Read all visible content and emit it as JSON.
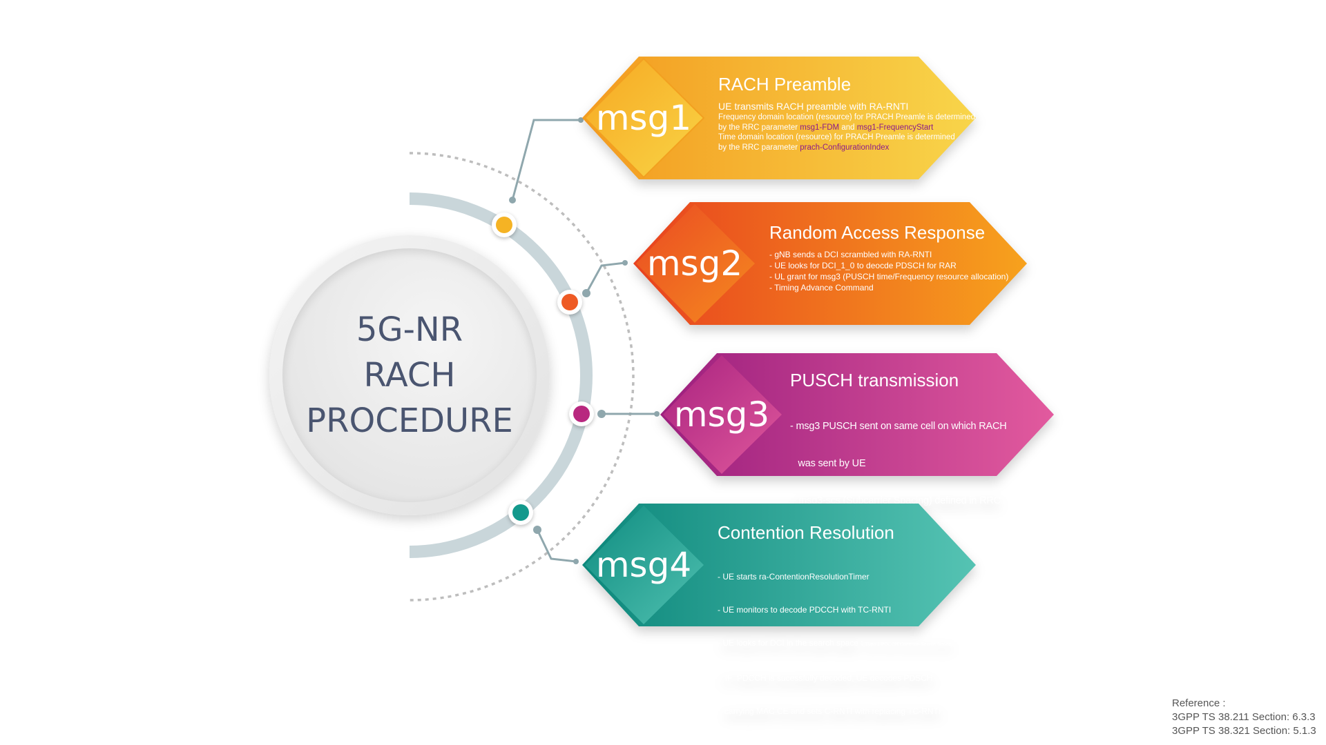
{
  "center": {
    "line1": "5G-NR",
    "line2": "RACH",
    "line3": "PROCEDURE"
  },
  "colors": {
    "msg1": "#f5a623",
    "msg2": "#ee5a24",
    "msg3": "#b8287f",
    "msg4": "#13998c",
    "arc": "#c9d6da",
    "center_text": "#4a5570"
  },
  "steps": [
    {
      "label": "msg1",
      "title": "RACH Preamble",
      "lead": "UE transmits RACH preamble with RA-RNTI",
      "l1": "Frequency domain location (resource) for PRACH Preamle is determined",
      "l2a": "by the RRC parameter ",
      "l2b": "msg1-FDM",
      "l2c": " and ",
      "l2d": "msg1-FrequencyStart",
      "l3": "Time domain location (resource) for PRACH Preamle is determined",
      "l4a": "by the RRC parameter ",
      "l4b": "prach-ConfigurationIndex"
    },
    {
      "label": "msg2",
      "title": "Random Access Response",
      "lines": [
        "- gNB sends a DCI scrambled with RA-RNTI",
        "- UE looks for DCI_1_0  to deocde PDSCH for RAR",
        "- UL grant for msg3 (PUSCH time/Frequency resource allocation)",
        "- Timing Advance Command"
      ]
    },
    {
      "label": "msg3",
      "title": "PUSCH transmission",
      "lines": [
        "- msg3 PUSCH sent on same cell on which RACH",
        "   was sent by UE",
        "-  msg3-scs (Subcarrier Spacing) defined in RRC"
      ]
    },
    {
      "label": "msg4",
      "title": "Contention Resolution",
      "lines": [
        "- UE starts ra-ContentionResolutionTimer",
        "- UE monitors to decode PDCCH with TC-RNTI"
      ],
      "l3a": "- UE looks for DCI in the search space : ",
      "l3b": "Type 1 PDCCH Common Search Space)",
      "l4": "-  IF  PDCCH is sucessfully decoded, UE decodes PDSCH",
      "l5": "   carrying MAC CE and sets C-RNTI with replacing TC-RNTI"
    }
  ],
  "reference": {
    "heading": "Reference :",
    "items": [
      "3GPP TS 38.211 Section: 6.3.3",
      "3GPP TS 38.321 Section: 5.1.3"
    ]
  }
}
